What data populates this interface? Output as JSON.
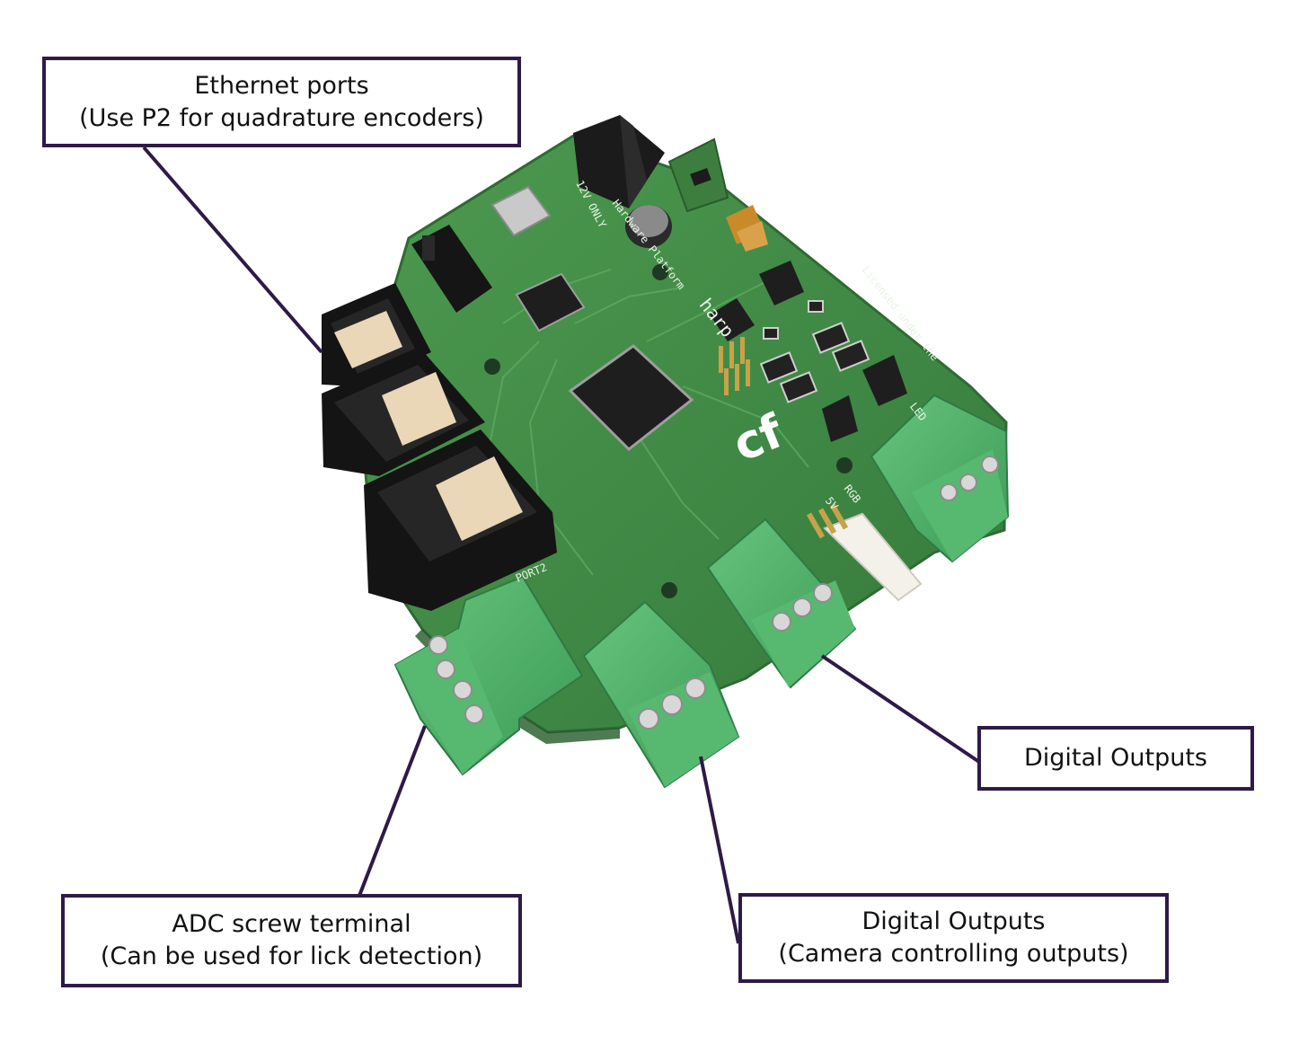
{
  "colors": {
    "callout_border": "#2e1a47",
    "leader_line": "#2e1a47",
    "pcb_green": "#3f8a45",
    "terminal_green": "#4fb56a",
    "connector_black": "#1b1b1b"
  },
  "board": {
    "brand_logo_text": "cf",
    "silkscreen": [
      "PORT2",
      "12V ONLY",
      "Hardware Platform",
      "harp",
      "Licensed under the",
      "LED",
      "5V",
      "RGB"
    ]
  },
  "callouts": {
    "ethernet": {
      "line1": "Ethernet ports",
      "line2": "(Use P2 for quadrature encoders)"
    },
    "digital_outputs": {
      "line1": "Digital Outputs"
    },
    "adc": {
      "line1": "ADC screw terminal",
      "line2": "(Can be used for lick detection)"
    },
    "camera_outputs": {
      "line1": "Digital Outputs",
      "line2": "(Camera controlling outputs)"
    }
  }
}
